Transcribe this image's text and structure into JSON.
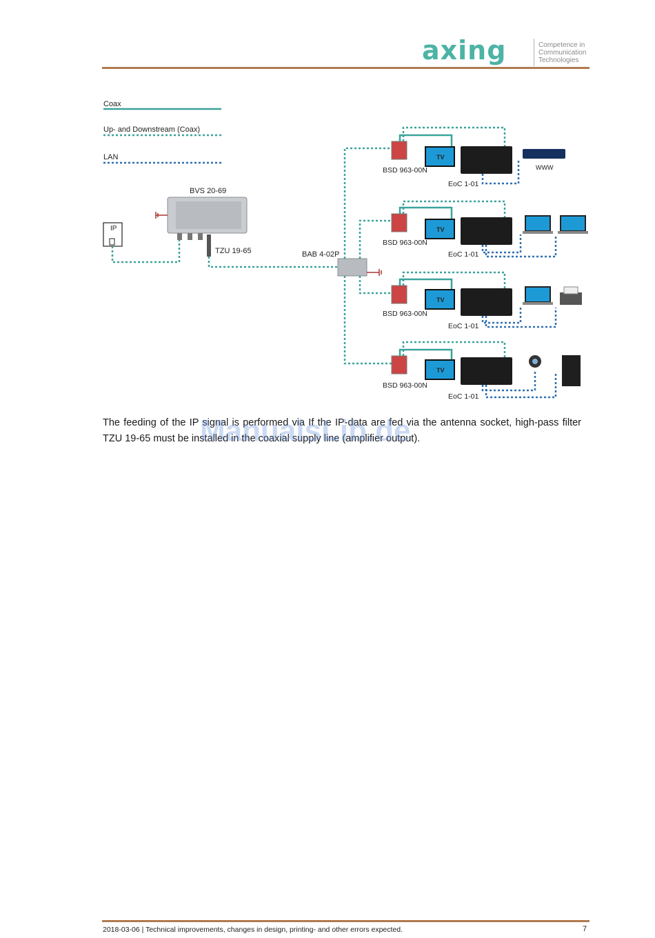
{
  "header": {
    "logo_text": "axing",
    "tagline": [
      "Competence in",
      "Communication",
      "Technologies"
    ]
  },
  "legend": {
    "coax": "Coax",
    "updown": "Up- and Downstream (Coax)",
    "lan": "LAN"
  },
  "devices": {
    "amplifier": "BVS 20-69",
    "ip": "IP",
    "filter": "TZU 19-65",
    "splitter": "BAB 4-02P",
    "socket": "BSD 963-00N",
    "tv": "TV",
    "eoc": "EoC 1-01",
    "router_label": "WWW"
  },
  "colors": {
    "coax": "#3aa39a",
    "updown": "#3aa39a",
    "lan": "#2f6fb0",
    "accent_rule": "#b07a4f",
    "logo": "#4db3a5"
  },
  "body": {
    "paragraph": "The feeding of the IP signal is performed via If the IP-data are fed via the antenna socket, high-pass filter TZU 19-65 must be installed in the coaxial supply line (amplifier output)."
  },
  "watermark": "ManualsLib.de",
  "footer": {
    "text": "2018-03-06 | Technical improvements, changes in design, printing- and other errors expected.",
    "page": "7"
  }
}
